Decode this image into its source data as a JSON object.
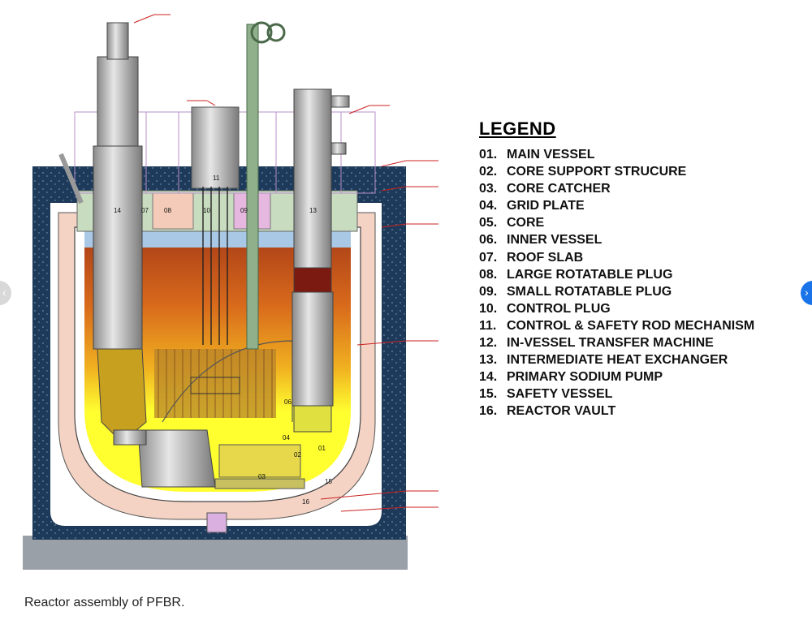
{
  "diagram": {
    "component_tags": [
      "14",
      "07",
      "08",
      "10",
      "11",
      "09",
      "13",
      "06",
      "04",
      "02",
      "01",
      "03",
      "15",
      "16"
    ]
  },
  "legend": {
    "title": "LEGEND",
    "items": [
      {
        "num": "01.",
        "label": "MAIN VESSEL"
      },
      {
        "num": "02.",
        "label": "CORE SUPPORT STRUCURE"
      },
      {
        "num": "03.",
        "label": "CORE CATCHER"
      },
      {
        "num": "04.",
        "label": "GRID PLATE"
      },
      {
        "num": "05.",
        "label": "CORE"
      },
      {
        "num": "06.",
        "label": "INNER VESSEL"
      },
      {
        "num": "07.",
        "label": "ROOF SLAB"
      },
      {
        "num": "08.",
        "label": "LARGE ROTATABLE PLUG"
      },
      {
        "num": "09.",
        "label": "SMALL ROTATABLE PLUG"
      },
      {
        "num": "10.",
        "label": "CONTROL PLUG"
      },
      {
        "num": "11.",
        "label": "CONTROL & SAFETY ROD MECHANISM"
      },
      {
        "num": "12.",
        "label": "IN-VESSEL TRANSFER MACHINE"
      },
      {
        "num": "13.",
        "label": "INTERMEDIATE HEAT EXCHANGER"
      },
      {
        "num": "14.",
        "label": "PRIMARY SODIUM PUMP"
      },
      {
        "num": "15.",
        "label": "SAFETY VESSEL"
      },
      {
        "num": "16.",
        "label": "REACTOR VAULT"
      }
    ]
  },
  "caption": "Reactor assembly of PFBR.",
  "colors": {
    "vault": "#1e3a5a",
    "base": "#9aa0a8",
    "vessel_wall": "#f4d3c4",
    "sodium_hot": "#c8501e",
    "sodium_cool": "#ffff30",
    "roof": "#c8dcc0",
    "metal": "#b8b8b8",
    "annotation": "#cc2222",
    "nav_next": "#1a73e8"
  }
}
